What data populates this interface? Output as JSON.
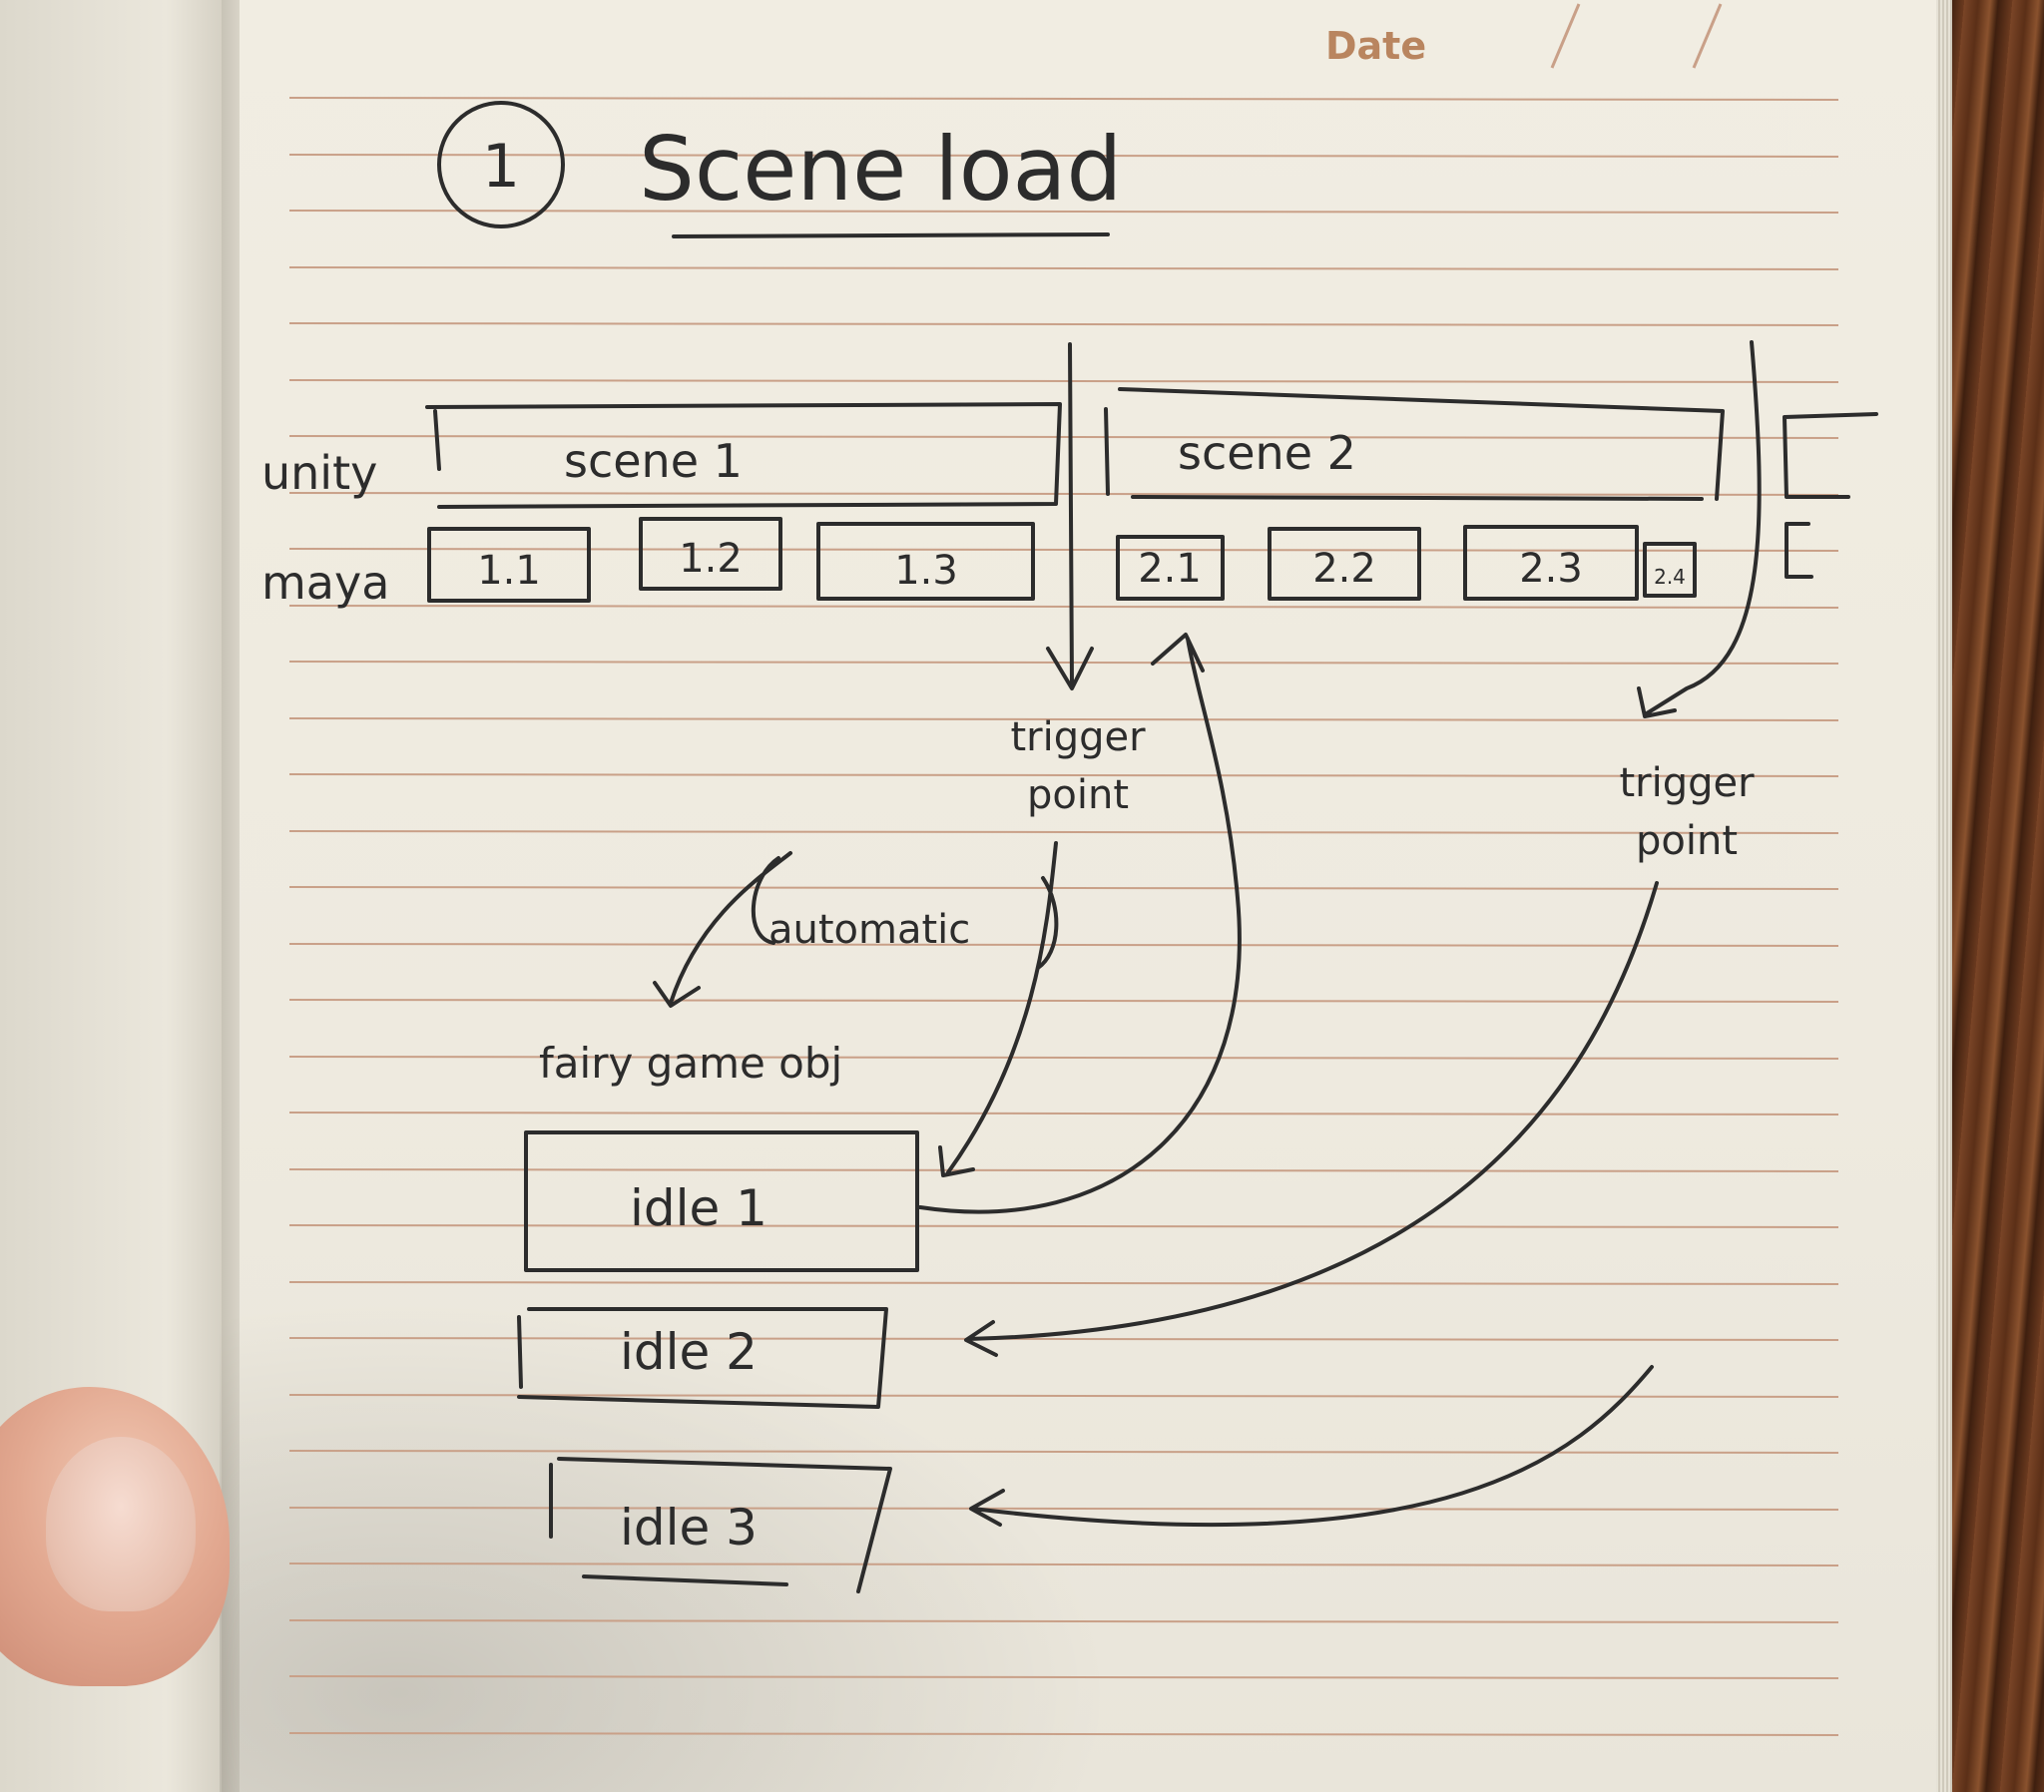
{
  "header": {
    "date_label": "Date"
  },
  "title": {
    "number": "1",
    "text": "Scene load"
  },
  "rows": {
    "unity_label": "unity",
    "maya_label": "maya"
  },
  "unity_scenes": [
    "scene 1",
    "scene 2"
  ],
  "maya_clips": [
    "1.1",
    "1.2",
    "1.3",
    "2.1",
    "2.2",
    "2.3",
    "2.4"
  ],
  "triggers": [
    "trigger point",
    "trigger point"
  ],
  "automatic_label": "automatic",
  "object_label": "fairy game obj",
  "idle_states": [
    "idle 1",
    "idle 2",
    "idle 3"
  ],
  "colors": {
    "ink": "#2c2c2c",
    "rule_line": "#c9a088",
    "paper": "#efebe0",
    "date_print": "#b9855f"
  }
}
